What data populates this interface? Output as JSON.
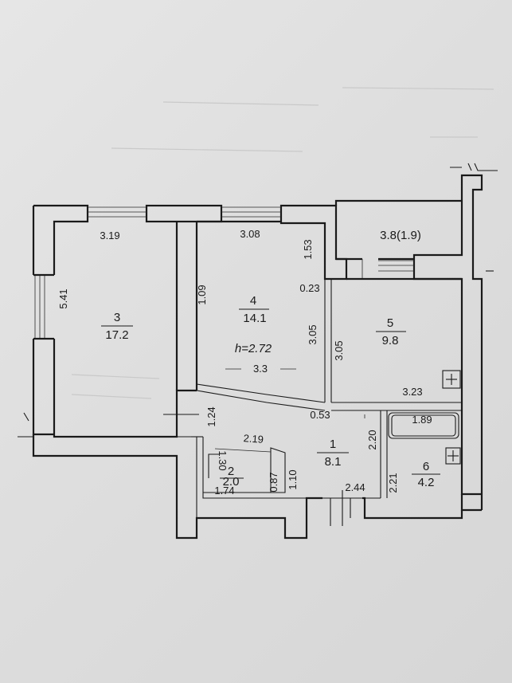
{
  "rooms": [
    {
      "number": "3",
      "area": "17.2"
    },
    {
      "number": "4",
      "area": "14.1"
    },
    {
      "number": "5",
      "area": "9.8"
    },
    {
      "number": "1",
      "area": "8.1"
    },
    {
      "number": "2",
      "area": "2.0"
    },
    {
      "number": "6",
      "area": "4.2"
    }
  ],
  "balcony_label": "3.8(1.9)",
  "ceiling_height": "h=2.72",
  "dimensions": {
    "room3_width": "3.19",
    "room3_length": "5.41",
    "room4_width": "3.08",
    "wall_1_53": "1.53",
    "wall_0_23": "0.23",
    "wall_1_09": "1.09",
    "room4_depth": "3.05",
    "room5_depth": "3.05",
    "room4_bottom": "3.3",
    "room5_width": "3.23",
    "hall_1_24": "1.24",
    "hall_0_53": "0.53",
    "bath_1_89": "1.89",
    "hall_2_20": "2.20",
    "hall_2_19": "2.19",
    "closet_1_30": "1.30",
    "closet_0_87": "0.87",
    "closet_1_74": "1.74",
    "hall_1_10": "1.10",
    "hall_2_44": "2.44",
    "bath_2_21": "2.21"
  }
}
